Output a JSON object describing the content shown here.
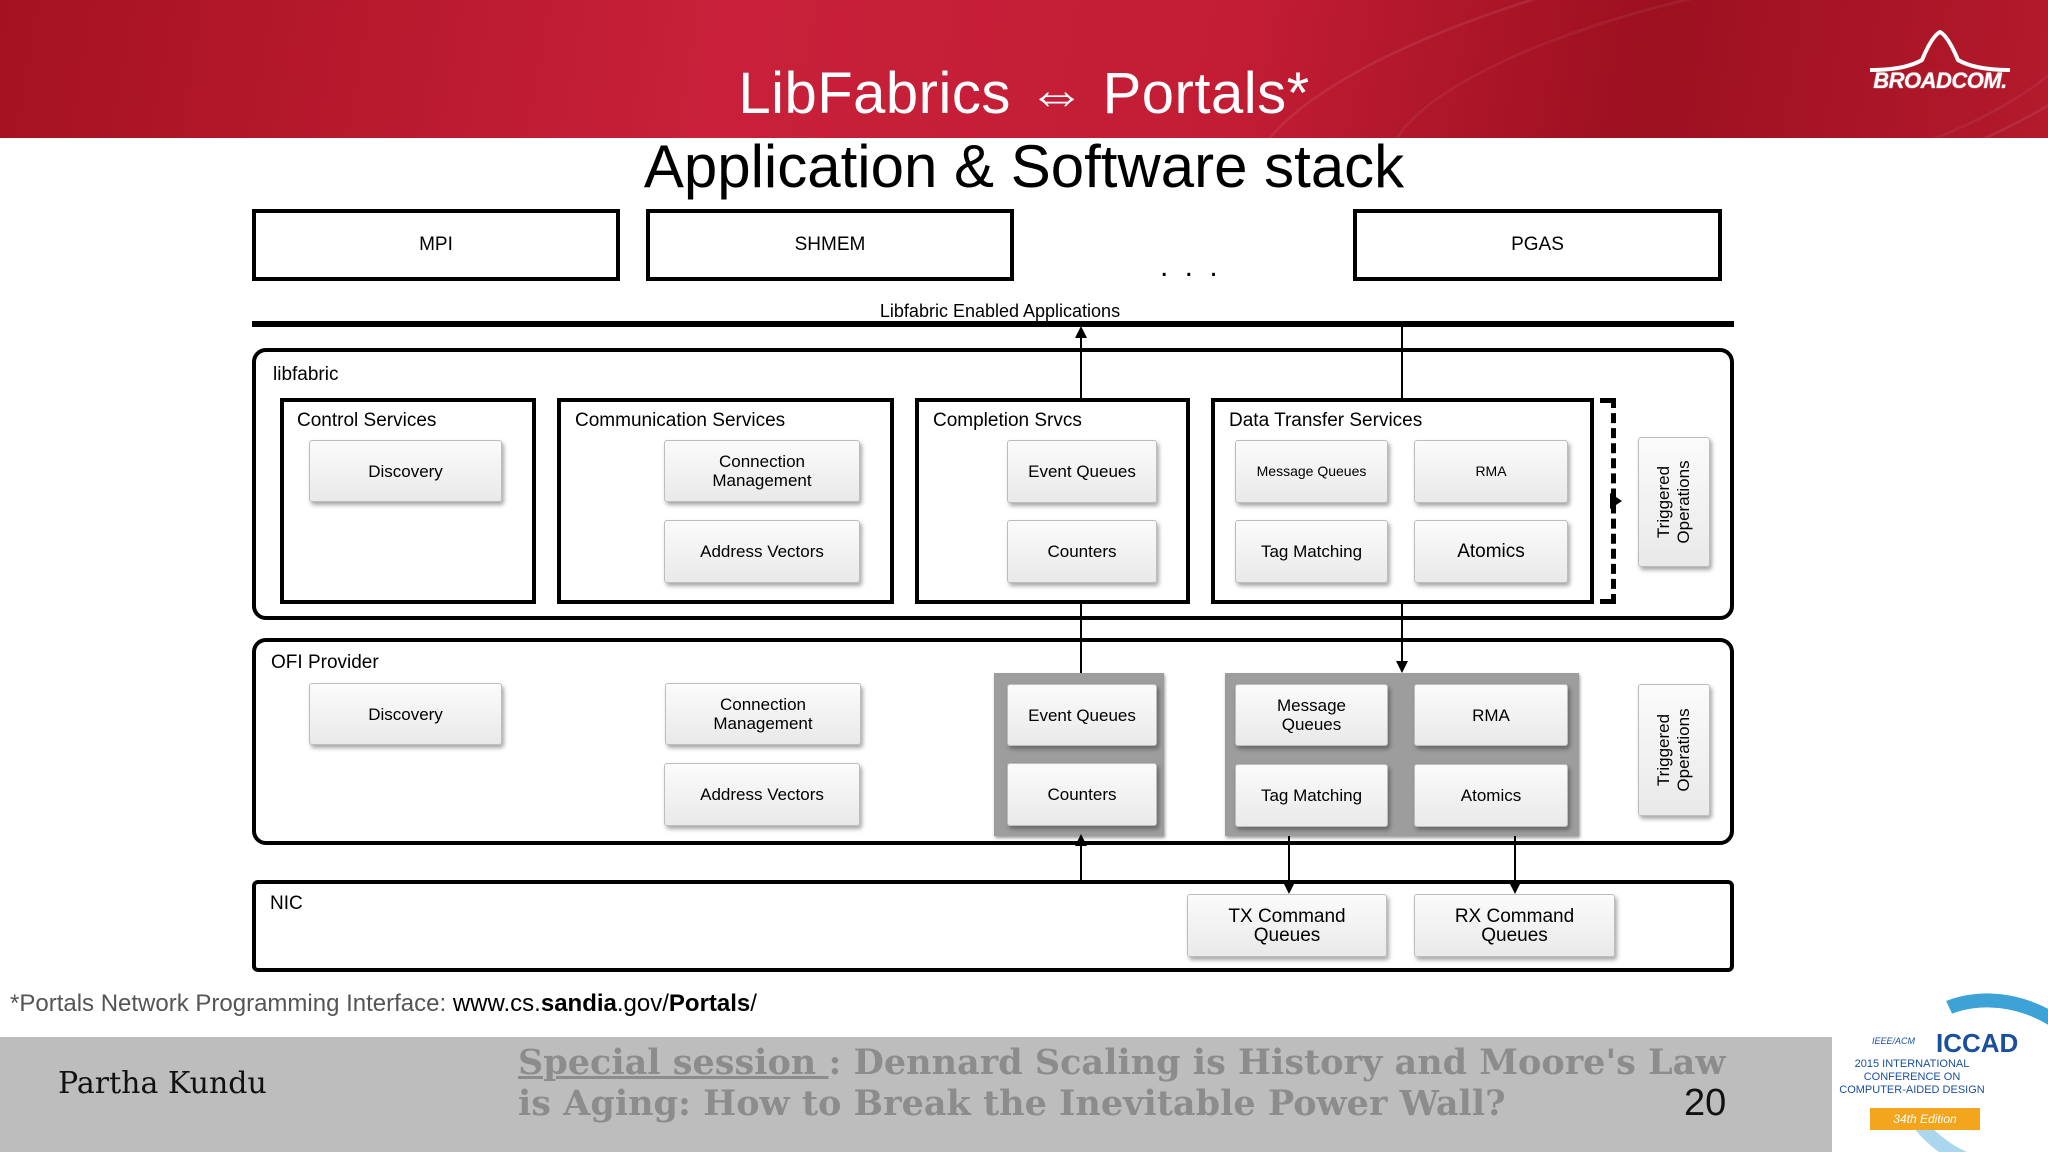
{
  "header": {
    "title": "LibFabrics ⇔ Portals*",
    "logo_text": "BROADCOM."
  },
  "subtitle": "Application & Software stack",
  "top_apps": [
    "MPI",
    "SHMEM",
    "PGAS"
  ],
  "ellipsis": ". . .",
  "apps_line_label": "Libfabric Enabled Applications",
  "libfabric": {
    "label": "libfabric",
    "control": {
      "label": "Control Services",
      "discovery": "Discovery"
    },
    "communication": {
      "label": "Communication Services",
      "connection": "Connection Management",
      "address_vectors": "Address Vectors"
    },
    "completion": {
      "label": "Completion Srvcs",
      "event_queues": "Event Queues",
      "counters": "Counters"
    },
    "data_transfer": {
      "label": "Data Transfer Services",
      "message_queues": "Message Queues",
      "rma": "RMA",
      "tag_matching": "Tag Matching",
      "atomics": "Atomics"
    },
    "triggered": "Triggered\nOperations"
  },
  "ofi": {
    "label": "OFI Provider",
    "discovery": "Discovery",
    "connection": "Connection Management",
    "address_vectors": "Address Vectors",
    "event_queues": "Event Queues",
    "counters": "Counters",
    "message_queues": "Message Queues",
    "rma": "RMA",
    "tag_matching": "Tag Matching",
    "atomics": "Atomics",
    "triggered": "Triggered\nOperations"
  },
  "nic": {
    "label": "NIC",
    "tx": "TX Command Queues",
    "rx": "RX Command Queues"
  },
  "footnote": {
    "prefix": "*Portals Network Programming Interface: ",
    "url_a": "www.cs.",
    "url_b": "sandia",
    "url_c": ".gov/",
    "url_d": "Portals",
    "url_e": "/"
  },
  "footer": {
    "author": "Partha Kundu",
    "session_underlined": "Special session ",
    "session_rest": ": Dennard Scaling is History and Moore's Law is Aging: How to Break the Inevitable Power Wall?",
    "page_number": "20"
  },
  "iccad": {
    "ieee": "IEEE/ACM",
    "letters": "ICCAD",
    "conference": "2015 INTERNATIONAL CONFERENCE ON COMPUTER-AIDED DESIGN",
    "edition": "34th Edition"
  }
}
